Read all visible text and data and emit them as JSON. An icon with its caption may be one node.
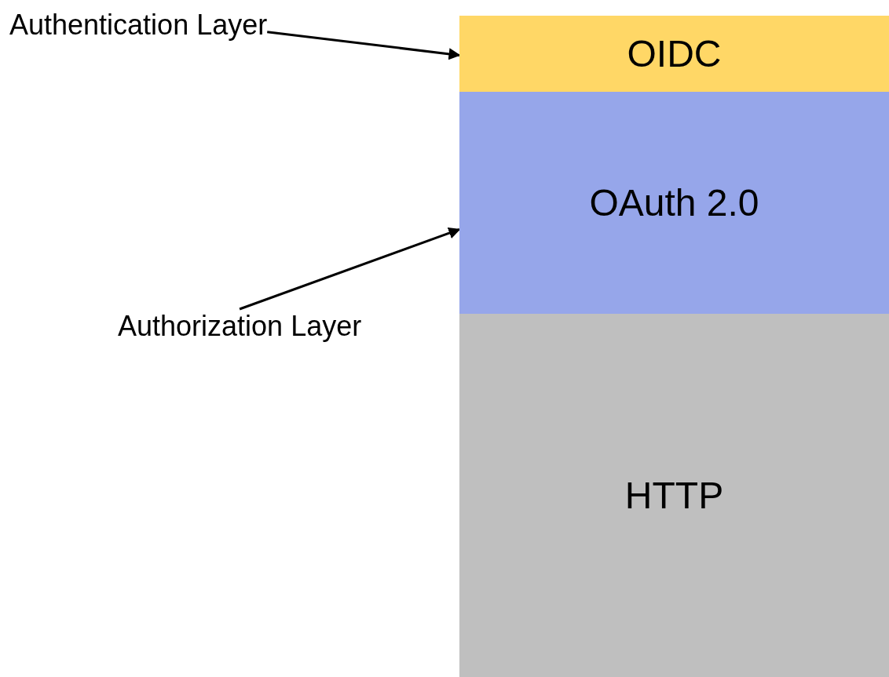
{
  "diagram": {
    "nodes": [
      {
        "text": [
          "Authentication Layer"
        ]
      },
      {
        "text": [
          "OIDC"
        ]
      },
      {
        "text": [
          "OAuth 2.0"
        ]
      },
      {
        "text": [
          "HTTP"
        ]
      },
      {
        "text": [
          "Authorization Layer"
        ]
      }
    ],
    "edges": [
      {
        "from": 0,
        "to": 1,
        "arrow": "to"
      },
      {
        "from": 4,
        "to": 2,
        "arrow": "to"
      }
    ]
  }
}
